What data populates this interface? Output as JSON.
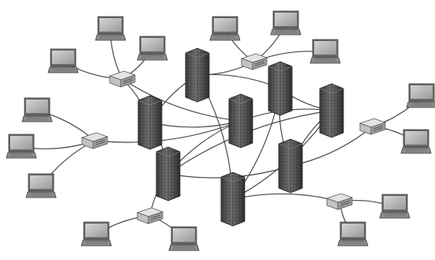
{
  "diagram": {
    "style": "grayscale network topology illustration",
    "node_types": {
      "server": "server-tower-icon",
      "switch": "network-switch-icon",
      "laptop": "laptop-icon"
    },
    "nodes": [
      {
        "id": "s1",
        "type": "server"
      },
      {
        "id": "s2",
        "type": "server"
      },
      {
        "id": "s3",
        "type": "server"
      },
      {
        "id": "s4",
        "type": "server"
      },
      {
        "id": "s5",
        "type": "server"
      },
      {
        "id": "s6",
        "type": "server"
      },
      {
        "id": "s7",
        "type": "server"
      },
      {
        "id": "s8",
        "type": "server"
      },
      {
        "id": "sw1",
        "type": "switch"
      },
      {
        "id": "sw2",
        "type": "switch"
      },
      {
        "id": "sw3",
        "type": "switch"
      },
      {
        "id": "sw4",
        "type": "switch"
      },
      {
        "id": "sw5",
        "type": "switch"
      },
      {
        "id": "sw6",
        "type": "switch"
      },
      {
        "id": "l1",
        "type": "laptop"
      },
      {
        "id": "l2",
        "type": "laptop"
      },
      {
        "id": "l3",
        "type": "laptop"
      },
      {
        "id": "l4",
        "type": "laptop"
      },
      {
        "id": "l5",
        "type": "laptop"
      },
      {
        "id": "l6",
        "type": "laptop"
      },
      {
        "id": "l7",
        "type": "laptop"
      },
      {
        "id": "l8",
        "type": "laptop"
      },
      {
        "id": "l9",
        "type": "laptop"
      },
      {
        "id": "l10",
        "type": "laptop"
      },
      {
        "id": "l11",
        "type": "laptop"
      },
      {
        "id": "l12",
        "type": "laptop"
      },
      {
        "id": "l13",
        "type": "laptop"
      },
      {
        "id": "l14",
        "type": "laptop"
      },
      {
        "id": "l15",
        "type": "laptop"
      },
      {
        "id": "l16",
        "type": "laptop"
      },
      {
        "id": "l17",
        "type": "laptop"
      }
    ],
    "links": [
      [
        "l1",
        "sw1"
      ],
      [
        "l2",
        "sw1"
      ],
      [
        "l3",
        "sw1"
      ],
      [
        "sw1",
        "s1"
      ],
      [
        "l4",
        "sw2"
      ],
      [
        "l5",
        "sw2"
      ],
      [
        "l6",
        "sw2"
      ],
      [
        "sw2",
        "s2"
      ],
      [
        "sw2",
        "s3"
      ],
      [
        "l7",
        "sw3"
      ],
      [
        "l8",
        "sw3"
      ],
      [
        "l9",
        "sw3"
      ],
      [
        "sw3",
        "s3"
      ],
      [
        "l10",
        "sw4"
      ],
      [
        "l11",
        "sw4"
      ],
      [
        "sw4",
        "s4"
      ],
      [
        "l12",
        "sw5"
      ],
      [
        "l13",
        "sw5"
      ],
      [
        "sw5",
        "s5"
      ],
      [
        "l14",
        "sw6"
      ],
      [
        "l15",
        "sw6"
      ],
      [
        "l16",
        "sw6"
      ],
      [
        "l17",
        "sw6"
      ],
      [
        "sw6",
        "s7"
      ],
      [
        "s1",
        "s2"
      ],
      [
        "s1",
        "s6"
      ],
      [
        "s2",
        "s3"
      ],
      [
        "s2",
        "s4"
      ],
      [
        "s3",
        "s4"
      ],
      [
        "s3",
        "s8"
      ],
      [
        "s4",
        "s7"
      ],
      [
        "s4",
        "s8"
      ],
      [
        "s6",
        "s7"
      ],
      [
        "s6",
        "s5"
      ],
      [
        "s6",
        "s8"
      ],
      [
        "s7",
        "s8"
      ],
      [
        "s5",
        "s8"
      ],
      [
        "s1",
        "s5"
      ]
    ],
    "colors": {
      "background": "#ffffff",
      "link": "#4a4a4a",
      "server_body": "#5a5a5a",
      "server_dark": "#2e2e2e",
      "laptop_screen": "#b8b8b8",
      "laptop_frame": "#6a6a6a",
      "switch_body": "#d6d6d6"
    }
  }
}
